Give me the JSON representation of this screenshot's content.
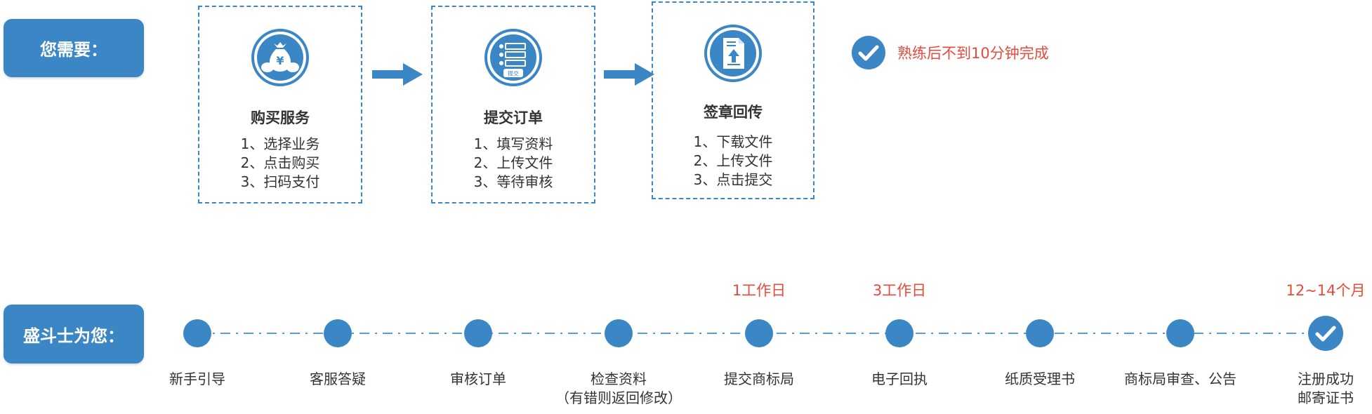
{
  "section_need": {
    "label": "您需要："
  },
  "steps": [
    {
      "title": "购买服务",
      "icon": "money-bag-icon",
      "lines": [
        "1、选择业务",
        "2、点击购买",
        "3、扫码支付"
      ]
    },
    {
      "title": "提交订单",
      "icon": "form-submit-icon",
      "icon_badge": "提交",
      "lines": [
        "1、填写资料",
        "2、上传文件",
        "3、等待审核"
      ]
    },
    {
      "title": "签章回传",
      "icon": "document-upload-icon",
      "lines": [
        "1、下载文件",
        "2、上传文件",
        "3、点击提交"
      ]
    }
  ],
  "done_note": {
    "text": "熟练后不到10分钟完成",
    "icon": "check-circle-icon"
  },
  "section_us": {
    "label": "盛斗士为您："
  },
  "timeline": {
    "nodes": [
      {
        "label": [
          "新手引导"
        ]
      },
      {
        "label": [
          "客服答疑"
        ]
      },
      {
        "label": [
          "审核订单"
        ]
      },
      {
        "label": [
          "检查资料",
          "（有错则返回修改）"
        ]
      },
      {
        "label": [
          "提交商标局"
        ],
        "duration": "1工作日"
      },
      {
        "label": [
          "电子回执"
        ],
        "duration": "3工作日"
      },
      {
        "label": [
          "纸质受理书"
        ]
      },
      {
        "label": [
          "商标局审查、公告"
        ]
      },
      {
        "label": [
          "注册成功",
          "邮寄证书"
        ],
        "duration": "12~14个月",
        "final": true
      }
    ]
  },
  "colors": {
    "primary": "#3b87c6",
    "accent_red": "#e84a3c",
    "text": "#333333",
    "line": "#5b9bd5"
  }
}
